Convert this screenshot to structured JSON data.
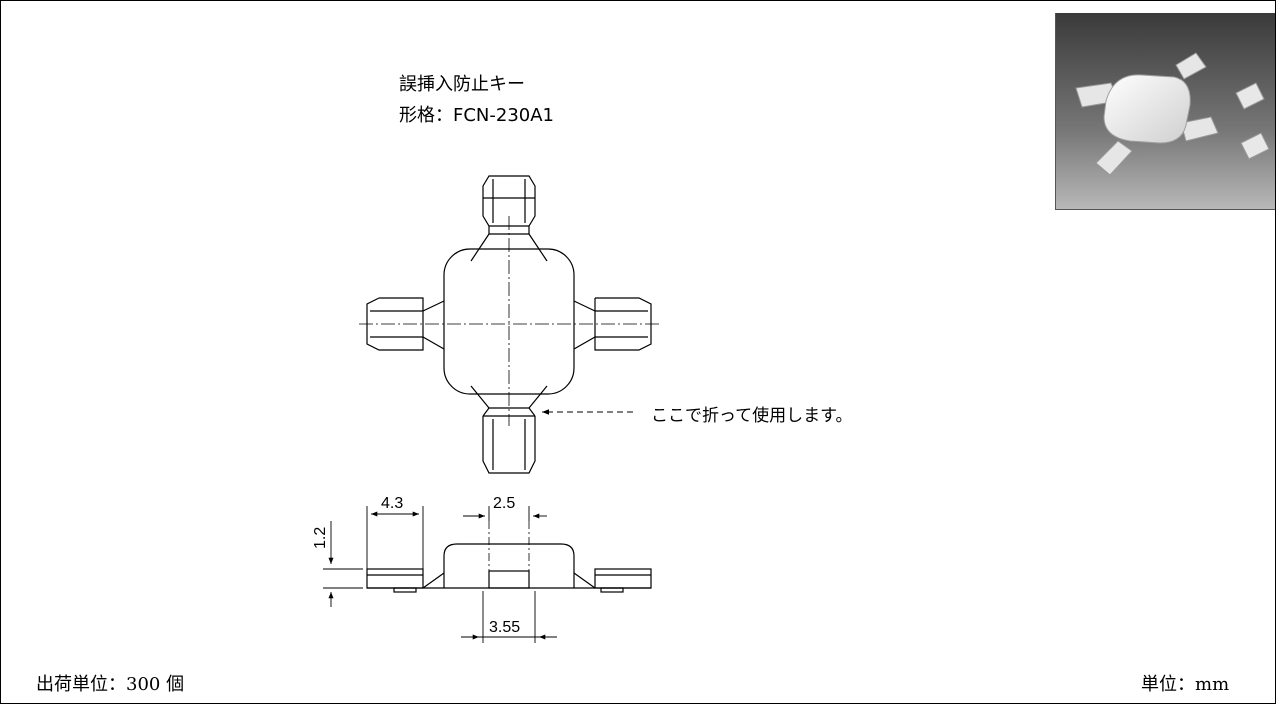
{
  "product": {
    "name": "誤挿入防止キー",
    "model_line": "形格：FCN-230A1"
  },
  "annotations": {
    "fold_note": "ここで折って使用します。"
  },
  "dimensions": {
    "width_4_3": "4.3",
    "width_2_5": "2.5",
    "height_1_2": "1.2",
    "width_3_55": "3.55"
  },
  "footer": {
    "shipping_unit": "出荷単位：300 個",
    "unit": "単位：mm"
  },
  "photo": {
    "icon": "product-photo-icon"
  }
}
